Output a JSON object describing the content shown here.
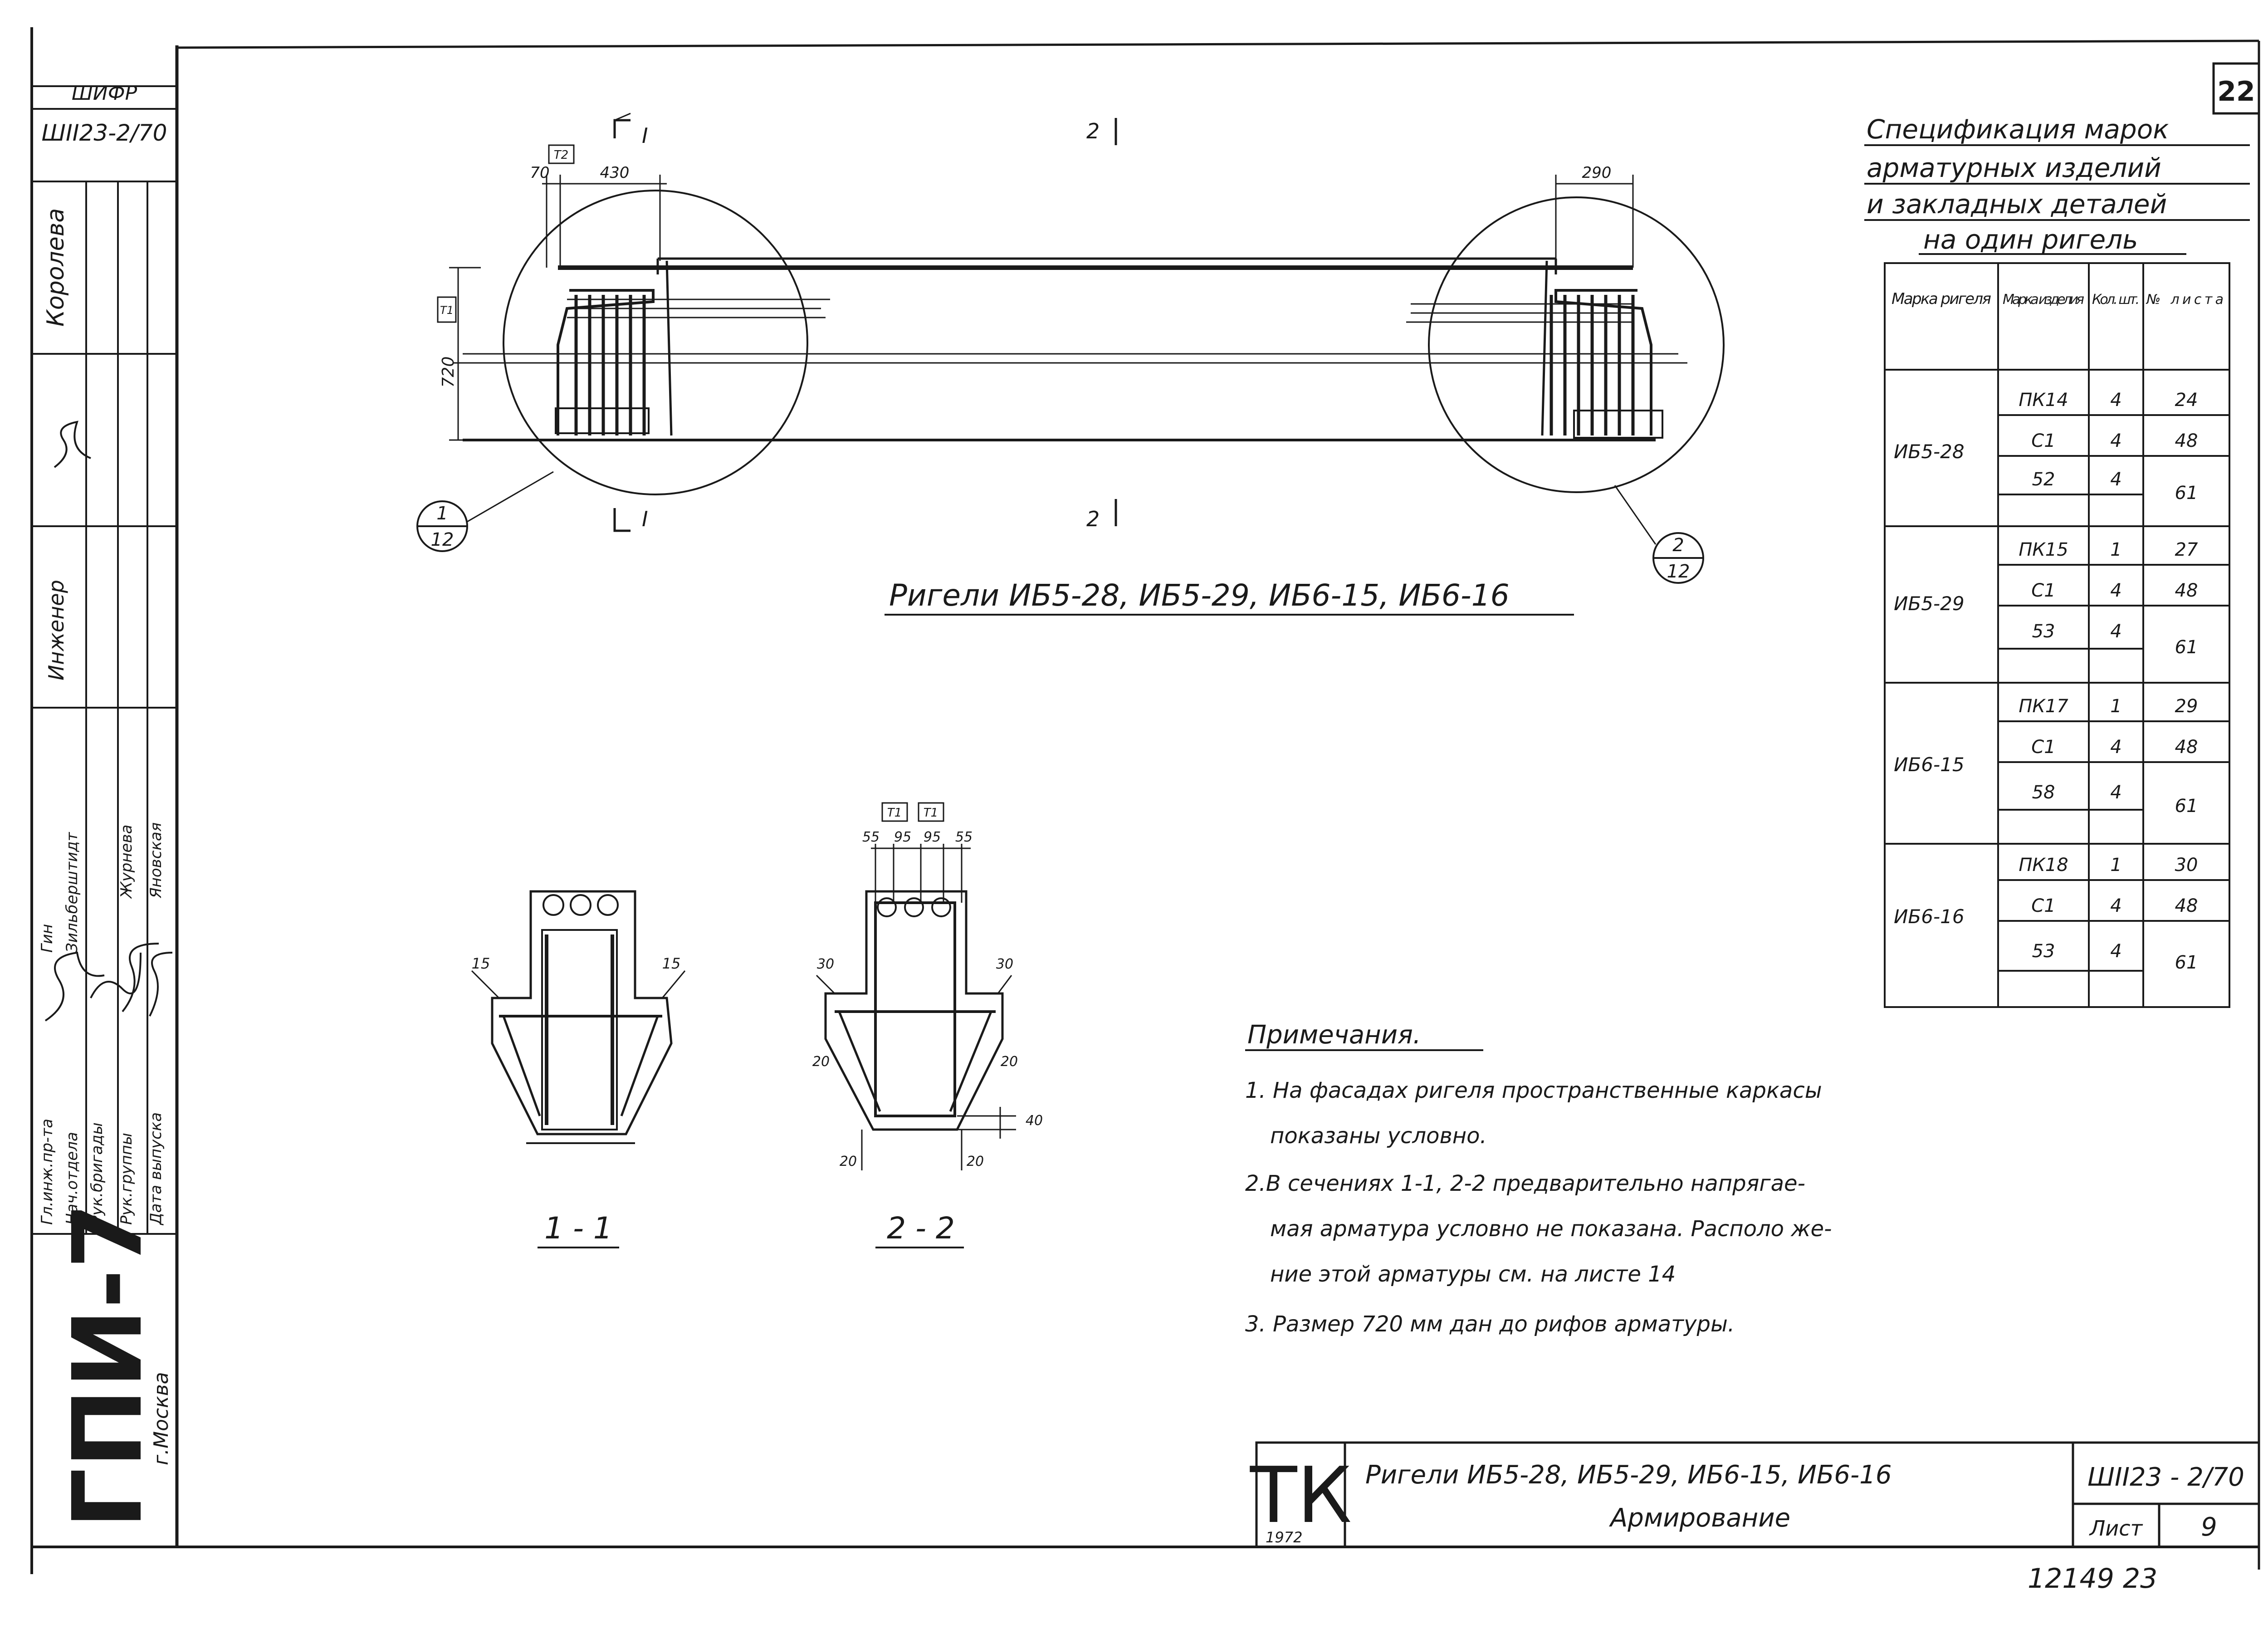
{
  "sheet_number": "22",
  "series_code": "ШИФР",
  "series_value": "ШII23-2/70",
  "left_strip": {
    "author": "Королева",
    "role": "Инженер",
    "roles": [
      "Гл.инж.пр-та",
      "Нач.отдела",
      "Рук.бригады",
      "Рук.группы",
      "Дата выпуска"
    ],
    "names": [
      "Гин",
      "Зильберштидт",
      "Журнева",
      "Яновская"
    ],
    "org": "ГПИ-7",
    "city": "г.Москва"
  },
  "elevation": {
    "title": "Ригели ИБ5-28, ИБ5-29, ИБ6-15, ИБ6-16",
    "section_label": "I",
    "cut_label": "2",
    "dims": {
      "left_offset": "70",
      "left_span": "430",
      "right_span": "290",
      "height": "720"
    },
    "tags": {
      "top": "Т2",
      "side": "Т1"
    },
    "callouts": [
      {
        "num": "1",
        "sheet": "12"
      },
      {
        "num": "2",
        "sheet": "12"
      }
    ]
  },
  "section_1": {
    "label": "1 - 1",
    "dims": {
      "left": "15",
      "right": "15"
    }
  },
  "section_2": {
    "label": "2 - 2",
    "tags": [
      "Т1",
      "Т1"
    ],
    "top_dims": [
      "55",
      "95",
      "95",
      "55"
    ],
    "dims": {
      "top_left": "30",
      "top_right": "30",
      "mid_left": "20",
      "mid_right": "20",
      "bottom": "40",
      "foot_left": "20",
      "foot_right": "20"
    }
  },
  "spec": {
    "title_lines": [
      "Спецификация марок",
      "арматурных изделий",
      "и закладных деталей",
      "на один ригель"
    ],
    "headers": [
      "Марка ригеля",
      "Марка изделия",
      "Кол. шт.",
      "№ листа"
    ],
    "groups": [
      {
        "mark": "ИБ5-28",
        "rows": [
          {
            "item": "ПК14",
            "qty": "4",
            "sheet": "24"
          },
          {
            "item": "С1",
            "qty": "4",
            "sheet": "48"
          },
          {
            "item": "52",
            "qty": "4",
            "sheet": "61"
          }
        ]
      },
      {
        "mark": "ИБ5-29",
        "rows": [
          {
            "item": "ПК15",
            "qty": "1",
            "sheet": "27"
          },
          {
            "item": "С1",
            "qty": "4",
            "sheet": "48"
          },
          {
            "item": "53",
            "qty": "4",
            "sheet": "61"
          }
        ]
      },
      {
        "mark": "ИБ6-15",
        "rows": [
          {
            "item": "ПК17",
            "qty": "1",
            "sheet": "29"
          },
          {
            "item": "С1",
            "qty": "4",
            "sheet": "48"
          },
          {
            "item": "58",
            "qty": "4",
            "sheet": "61"
          }
        ]
      },
      {
        "mark": "ИБ6-16",
        "rows": [
          {
            "item": "ПК18",
            "qty": "1",
            "sheet": "30"
          },
          {
            "item": "С1",
            "qty": "4",
            "sheet": "48"
          },
          {
            "item": "53",
            "qty": "4",
            "sheet": "61"
          }
        ]
      }
    ]
  },
  "notes": {
    "title": "Примечания.",
    "lines": [
      "1. На фасадах ригеля пространственные каркасы",
      "показаны условно.",
      "2.В сечениях 1-1, 2-2 предварительно напрягае-",
      "мая арматура условно не показана. Располо же-",
      "ние этой арматуры см. на листе 14",
      "3. Размер 720 мм дан до рифов арматуры."
    ]
  },
  "title_block": {
    "logo": "ТК",
    "year": "1972",
    "title_line1": "Ригели ИБ5-28, ИБ5-29, ИБ6-15, ИБ6-16",
    "title_line2": "Армирование",
    "code": "ШII23 - 2/70",
    "sheet_label": "Лист",
    "sheet_value": "9"
  },
  "footer_numbers": "12149 23"
}
